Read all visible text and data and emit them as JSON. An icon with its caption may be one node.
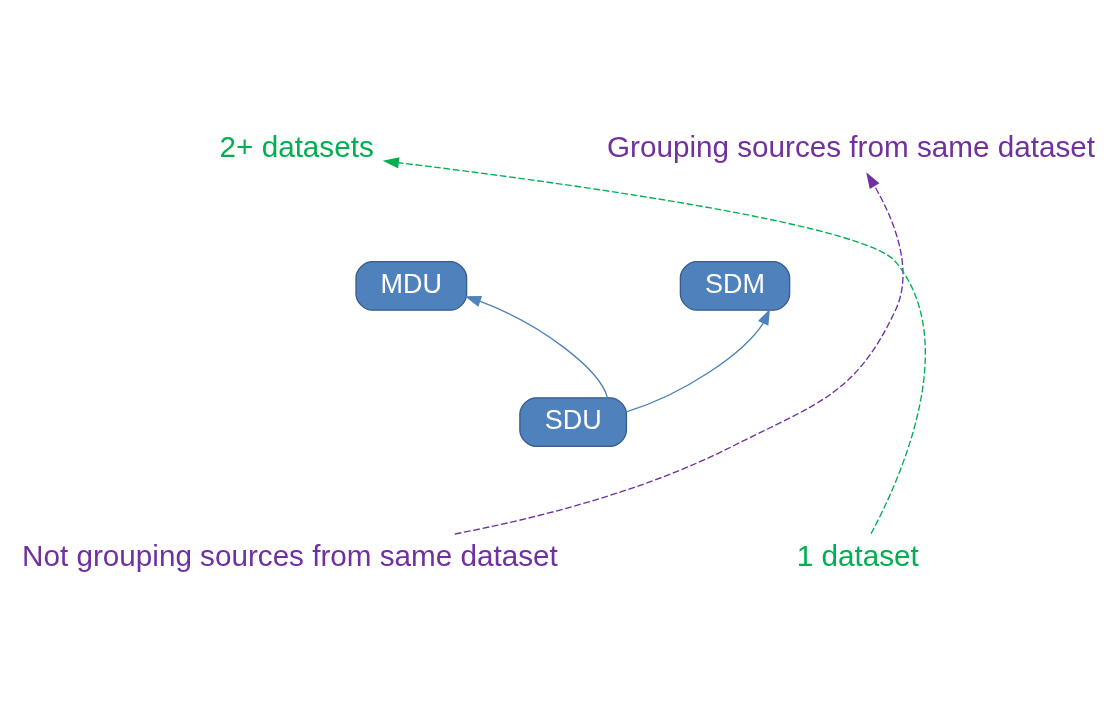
{
  "diagram": {
    "nodes": [
      {
        "text": [
          "2+ datasets"
        ]
      },
      {
        "text": [
          "Grouping sources from same dataset"
        ]
      },
      {
        "text": [
          "MDU"
        ]
      },
      {
        "text": [
          "SDM"
        ]
      },
      {
        "text": [
          "SDU"
        ]
      },
      {
        "text": [
          "Not grouping sources from same dataset"
        ]
      },
      {
        "text": [
          "1 dataset"
        ]
      }
    ],
    "edges": [
      {
        "from": 6,
        "to": 0,
        "arrow": "to",
        "style": "dashed",
        "color": "#00b050"
      },
      {
        "from": 5,
        "to": 1,
        "arrow": "to",
        "style": "dashed",
        "color": "#7030a0"
      },
      {
        "from": 4,
        "to": 2,
        "arrow": "to"
      },
      {
        "from": 4,
        "to": 3,
        "arrow": "to"
      }
    ]
  }
}
